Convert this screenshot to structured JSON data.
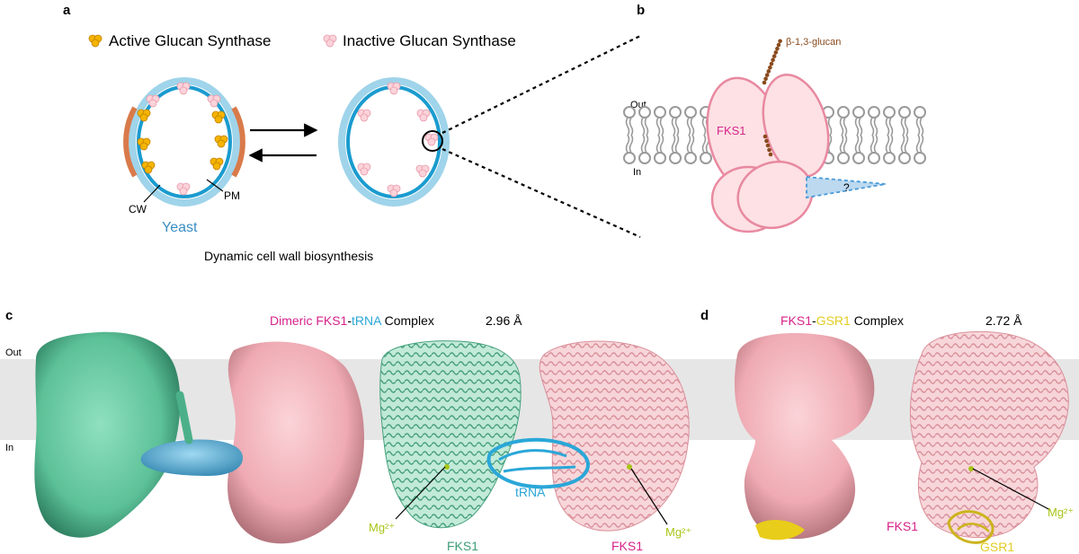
{
  "panels": {
    "a": "a",
    "b": "b",
    "c": "c",
    "d": "d"
  },
  "panel_a": {
    "legend_active": "Active Glucan Synthase",
    "legend_inactive": "Inactive Glucan Synthase",
    "label_cw": "CW",
    "label_pm": "PM",
    "label_yeast": "Yeast",
    "caption": "Dynamic cell wall biosynthesis"
  },
  "panel_b": {
    "label_out": "Out",
    "label_in": "In",
    "label_glucan": "β-1,3-glucan",
    "label_fks1": "FKS1",
    "label_unknown": "?"
  },
  "panel_c": {
    "title_part1": "Dimeric FKS1",
    "title_part2": "-",
    "title_part3": "tRNA",
    "title_part4": " Complex",
    "resolution": "2.96 Å",
    "label_out": "Out",
    "label_in": "In",
    "label_trna": "tRNA",
    "label_mg_left": "Mg²⁺",
    "label_mg_right": "Mg²⁺",
    "label_fks1_left": "FKS1",
    "label_fks1_right": "FKS1"
  },
  "panel_d": {
    "title_part1": "FKS1",
    "title_part2": "-",
    "title_part3": "GSR1",
    "title_part4": " Complex",
    "resolution": "2.72 Å",
    "label_mg": "Mg²⁺",
    "label_fks1": "FKS1",
    "label_gsr1": "GSR1"
  },
  "colors": {
    "magenta": "#d6238a",
    "cyan": "#2aa7d8",
    "yellow": "#e3cc22",
    "lime": "#a9c418",
    "mint": "#5fc39b",
    "pink": "#efb0b9",
    "membrane": "#e6e6e6",
    "glucan": "#8a4b1e"
  }
}
